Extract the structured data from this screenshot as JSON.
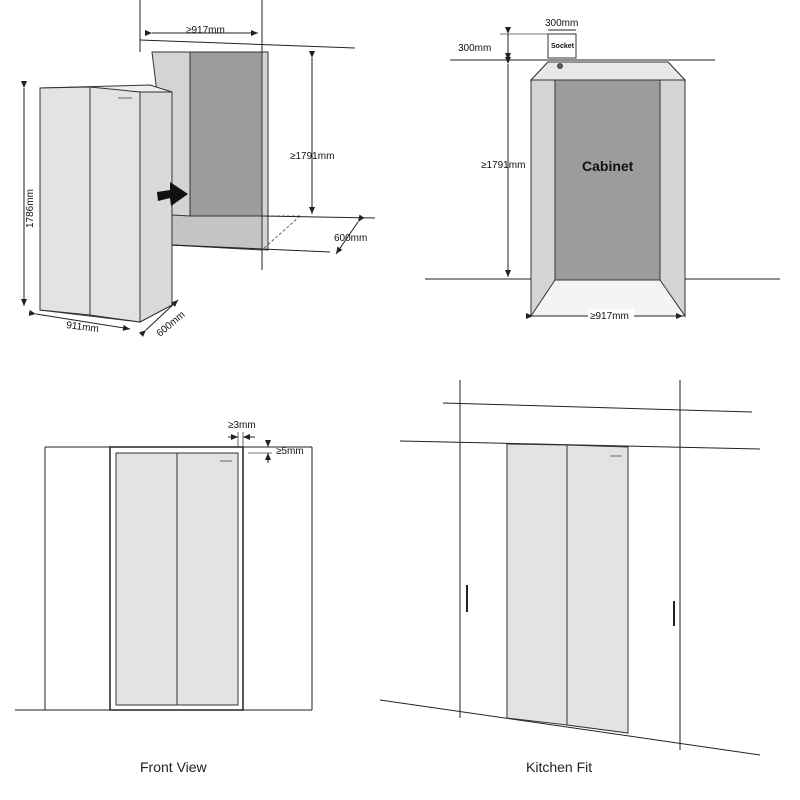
{
  "panels": {
    "install": {
      "fridge_width": "911mm",
      "fridge_height": "1786mm",
      "fridge_depth": "600mm",
      "niche_width": "≥917mm",
      "niche_height": "≥1791mm",
      "niche_depth": "600mm"
    },
    "cabinet": {
      "socket_label": "Socket",
      "socket_width": "300mm",
      "socket_height": "300mm",
      "cabinet_label": "Cabinet",
      "cabinet_height": "≥1791mm",
      "cabinet_width": "≥917mm"
    },
    "front": {
      "side_gap": "≥3mm",
      "top_gap": "≥5mm",
      "caption": "Front View"
    },
    "kitchen": {
      "caption": "Kitchen Fit"
    }
  },
  "colors": {
    "fridge": "#e3e3e3",
    "niche_back": "#9c9c9c",
    "niche_side": "#d4d4d4",
    "line": "#222222"
  },
  "icons": {
    "arrow": "push-arrow-icon",
    "socket": "socket-icon"
  }
}
